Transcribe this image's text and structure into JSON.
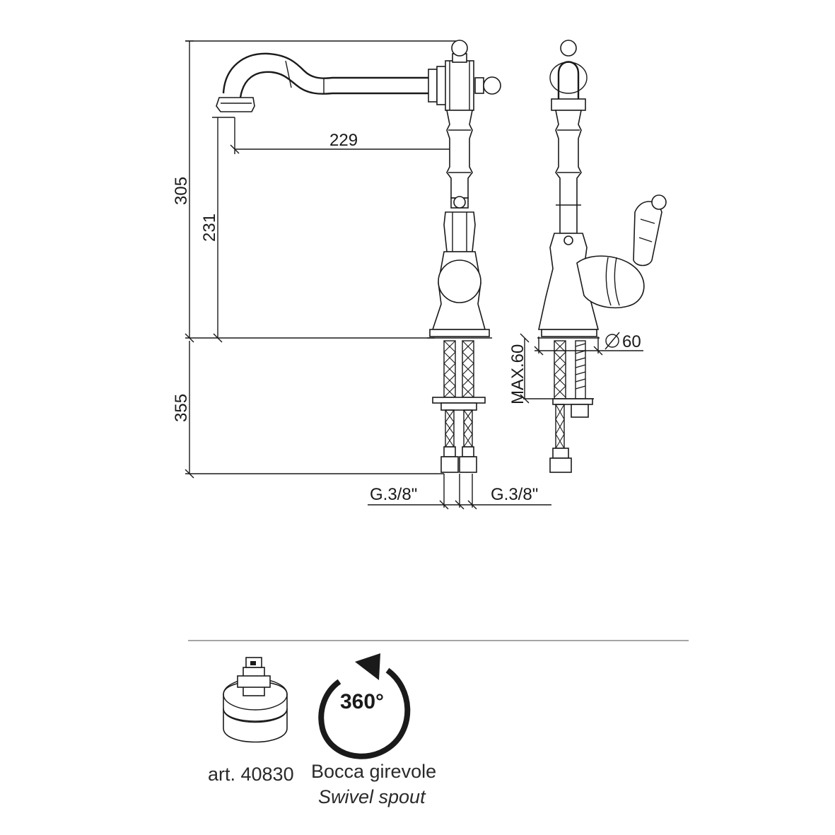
{
  "dimensions": {
    "total_height": "305",
    "spout_height": "231",
    "spout_reach": "229",
    "under_length": "355",
    "max_deck": "MAX.60",
    "hole_diameter": "60",
    "thread_left": "G.3/8\"",
    "thread_right": "G.3/8\""
  },
  "features": {
    "cartridge_label": "art. 40830",
    "rotation_badge": "360°",
    "spout_label_it": "Bocca girevole",
    "spout_label_en": "Swivel spout"
  }
}
